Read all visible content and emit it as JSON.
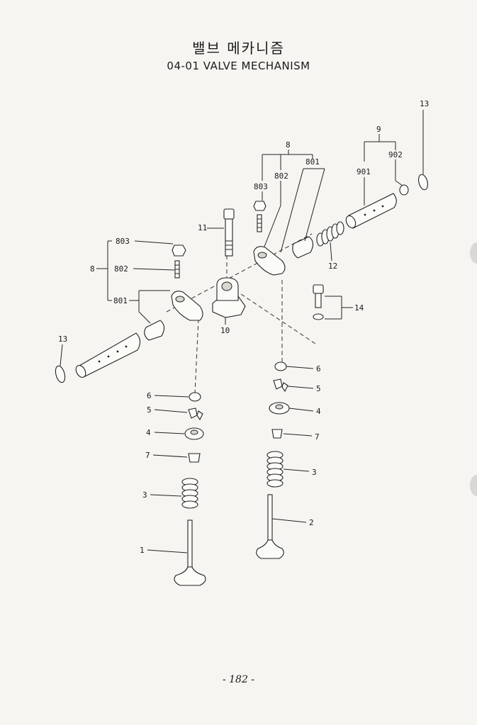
{
  "header": {
    "title": "밸브 메카니즘",
    "subtitle": "04-01 VALVE MECHANISM"
  },
  "callouts": {
    "c13_right": "13",
    "c9": "9",
    "c902": "902",
    "c901": "901",
    "c8_top": "8",
    "c801_top": "801",
    "c802_top": "802",
    "c803_top": "803",
    "c11": "11",
    "c12": "12",
    "c8_left": "8",
    "c803_left": "803",
    "c802_left": "802",
    "c801_left": "801",
    "c10": "10",
    "c14": "14",
    "c13_left": "13",
    "c6_left": "6",
    "c5_left": "5",
    "c4_left": "4",
    "c7_left": "7",
    "c3_left": "3",
    "c1": "1",
    "c6_right": "6",
    "c5_right": "5",
    "c4_right": "4",
    "c7_right": "7",
    "c3_right": "3",
    "c2": "2"
  },
  "footer": {
    "page_number": "- 182 -"
  }
}
